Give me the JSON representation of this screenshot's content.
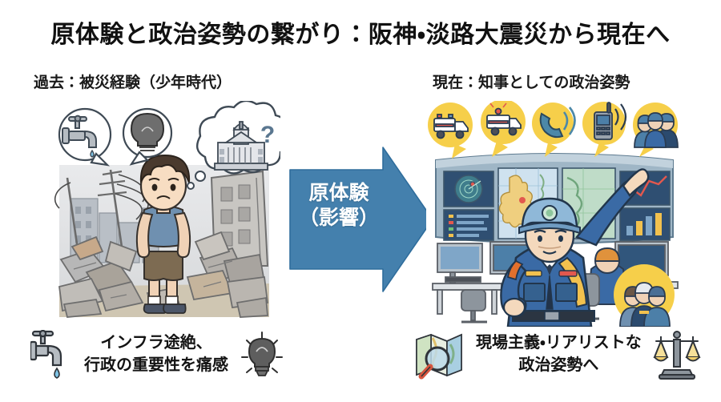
{
  "title": "原体験と政治姿勢の繋がり：阪神・淡路大震災から現在へ",
  "columns": {
    "left": {
      "subtitle": "過去：被災経験（少年時代）",
      "illustration_alt": "瓦礫の街に立つ少年のイラスト",
      "thought_bubbles": [
        {
          "icon": "faucet-icon",
          "meaning": "断水"
        },
        {
          "icon": "lightbulb-icon",
          "meaning": "停電"
        },
        {
          "icon": "government-building-icon",
          "meaning": "行政",
          "extra": "?"
        }
      ],
      "caption": {
        "line1": "インフラ途絶、",
        "line2": "行政の重要性を痛感",
        "icon_left": "faucet-icon",
        "icon_right": "lightbulb-icon"
      }
    },
    "right": {
      "subtitle": "現在：知事としての政治姿勢",
      "illustration_alt": "災害対策本部で指揮をとる知事のイラスト",
      "callout_bubbles": [
        {
          "icon": "ambulance-icon",
          "meaning": "救急"
        },
        {
          "icon": "ambulance-icon",
          "meaning": "救急出動"
        },
        {
          "icon": "telephone-ringing-icon",
          "meaning": "通報"
        },
        {
          "icon": "radio-handset-icon",
          "meaning": "無線連絡"
        },
        {
          "icon": "response-team-icon",
          "meaning": "対応チーム"
        }
      ],
      "caption": {
        "line1": "現場主義・リアリストな",
        "line2": "政治姿勢へ",
        "icon_left": "map-magnifier-icon",
        "icon_right": "scales-of-justice-icon"
      }
    }
  },
  "arrow": {
    "label_line1": "原体験",
    "label_line2": "（影響）",
    "direction": "right",
    "color": "#4480ad"
  },
  "colors": {
    "arrow_blue": "#4480ad",
    "title_black": "#111111",
    "bubble_yellow": "#f6cf4a",
    "uniform_blue": "#3a6aa5",
    "background": "#ffffff"
  }
}
